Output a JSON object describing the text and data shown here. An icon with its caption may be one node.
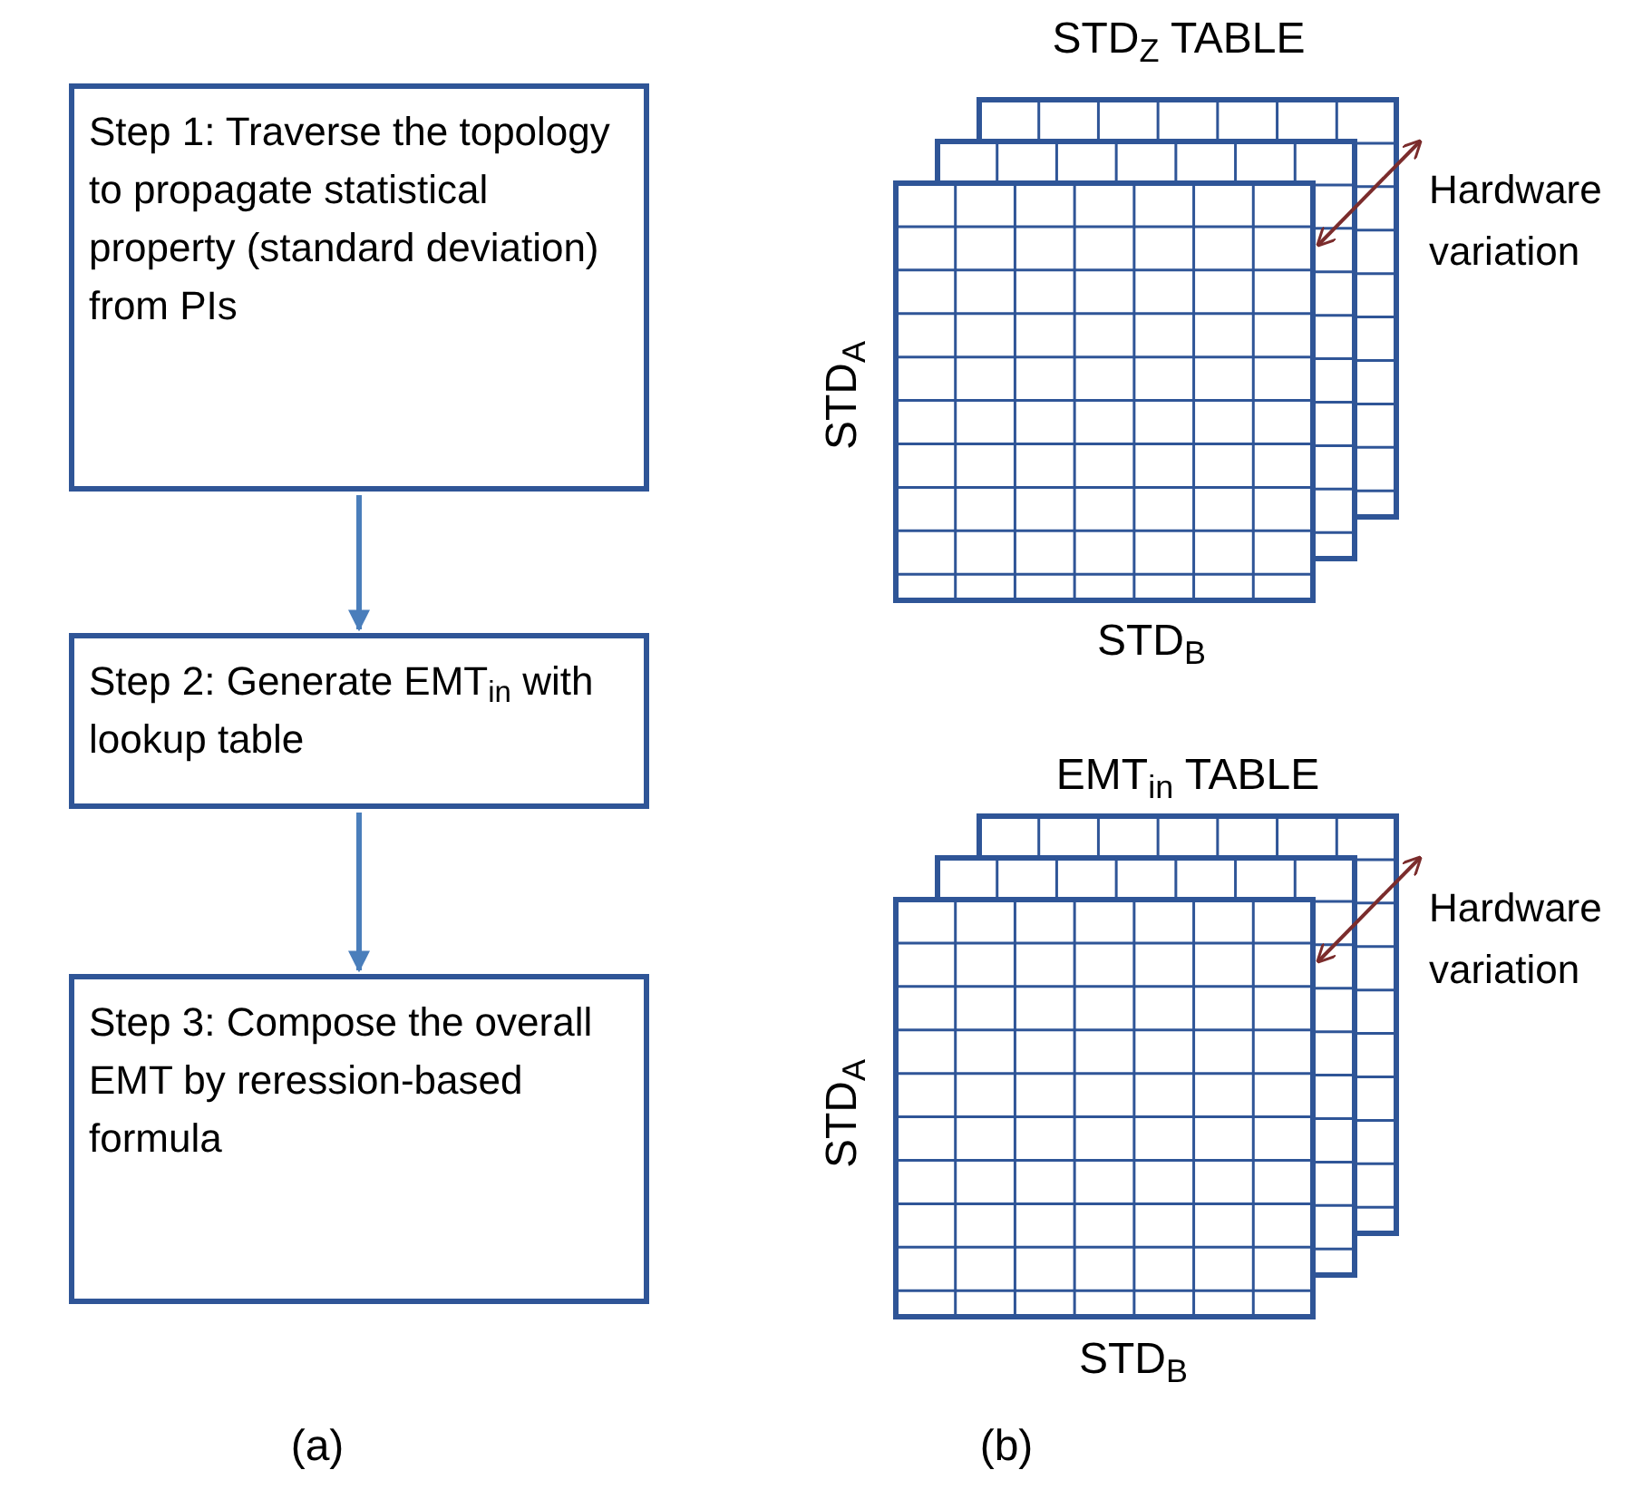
{
  "diagram": {
    "nodes": [
      {
        "text": [
          "Step 1: Traverse the topology to propagate statistical property (standard deviation) from PIs"
        ]
      },
      {
        "text": [
          "Step 2: Generate EMT$_{in}$ with lookup table"
        ]
      },
      {
        "text": [
          "Step 3: Compose the overall EMT by reression-based formula"
        ]
      }
    ],
    "edges": [
      {
        "from": 0,
        "to": 1,
        "arrow": "to"
      },
      {
        "from": 1,
        "to": 2,
        "arrow": "to"
      }
    ],
    "labels": [
      "STD$_{Z}$ TABLE",
      "Hardware variation",
      "STD$_{A}$",
      "STD$_{B}$",
      "EMT$_{in}$ TABLE",
      "Hardware variation",
      "STD$_{A}$",
      "STD$_{B}$",
      "(a)",
      "(b)"
    ]
  }
}
